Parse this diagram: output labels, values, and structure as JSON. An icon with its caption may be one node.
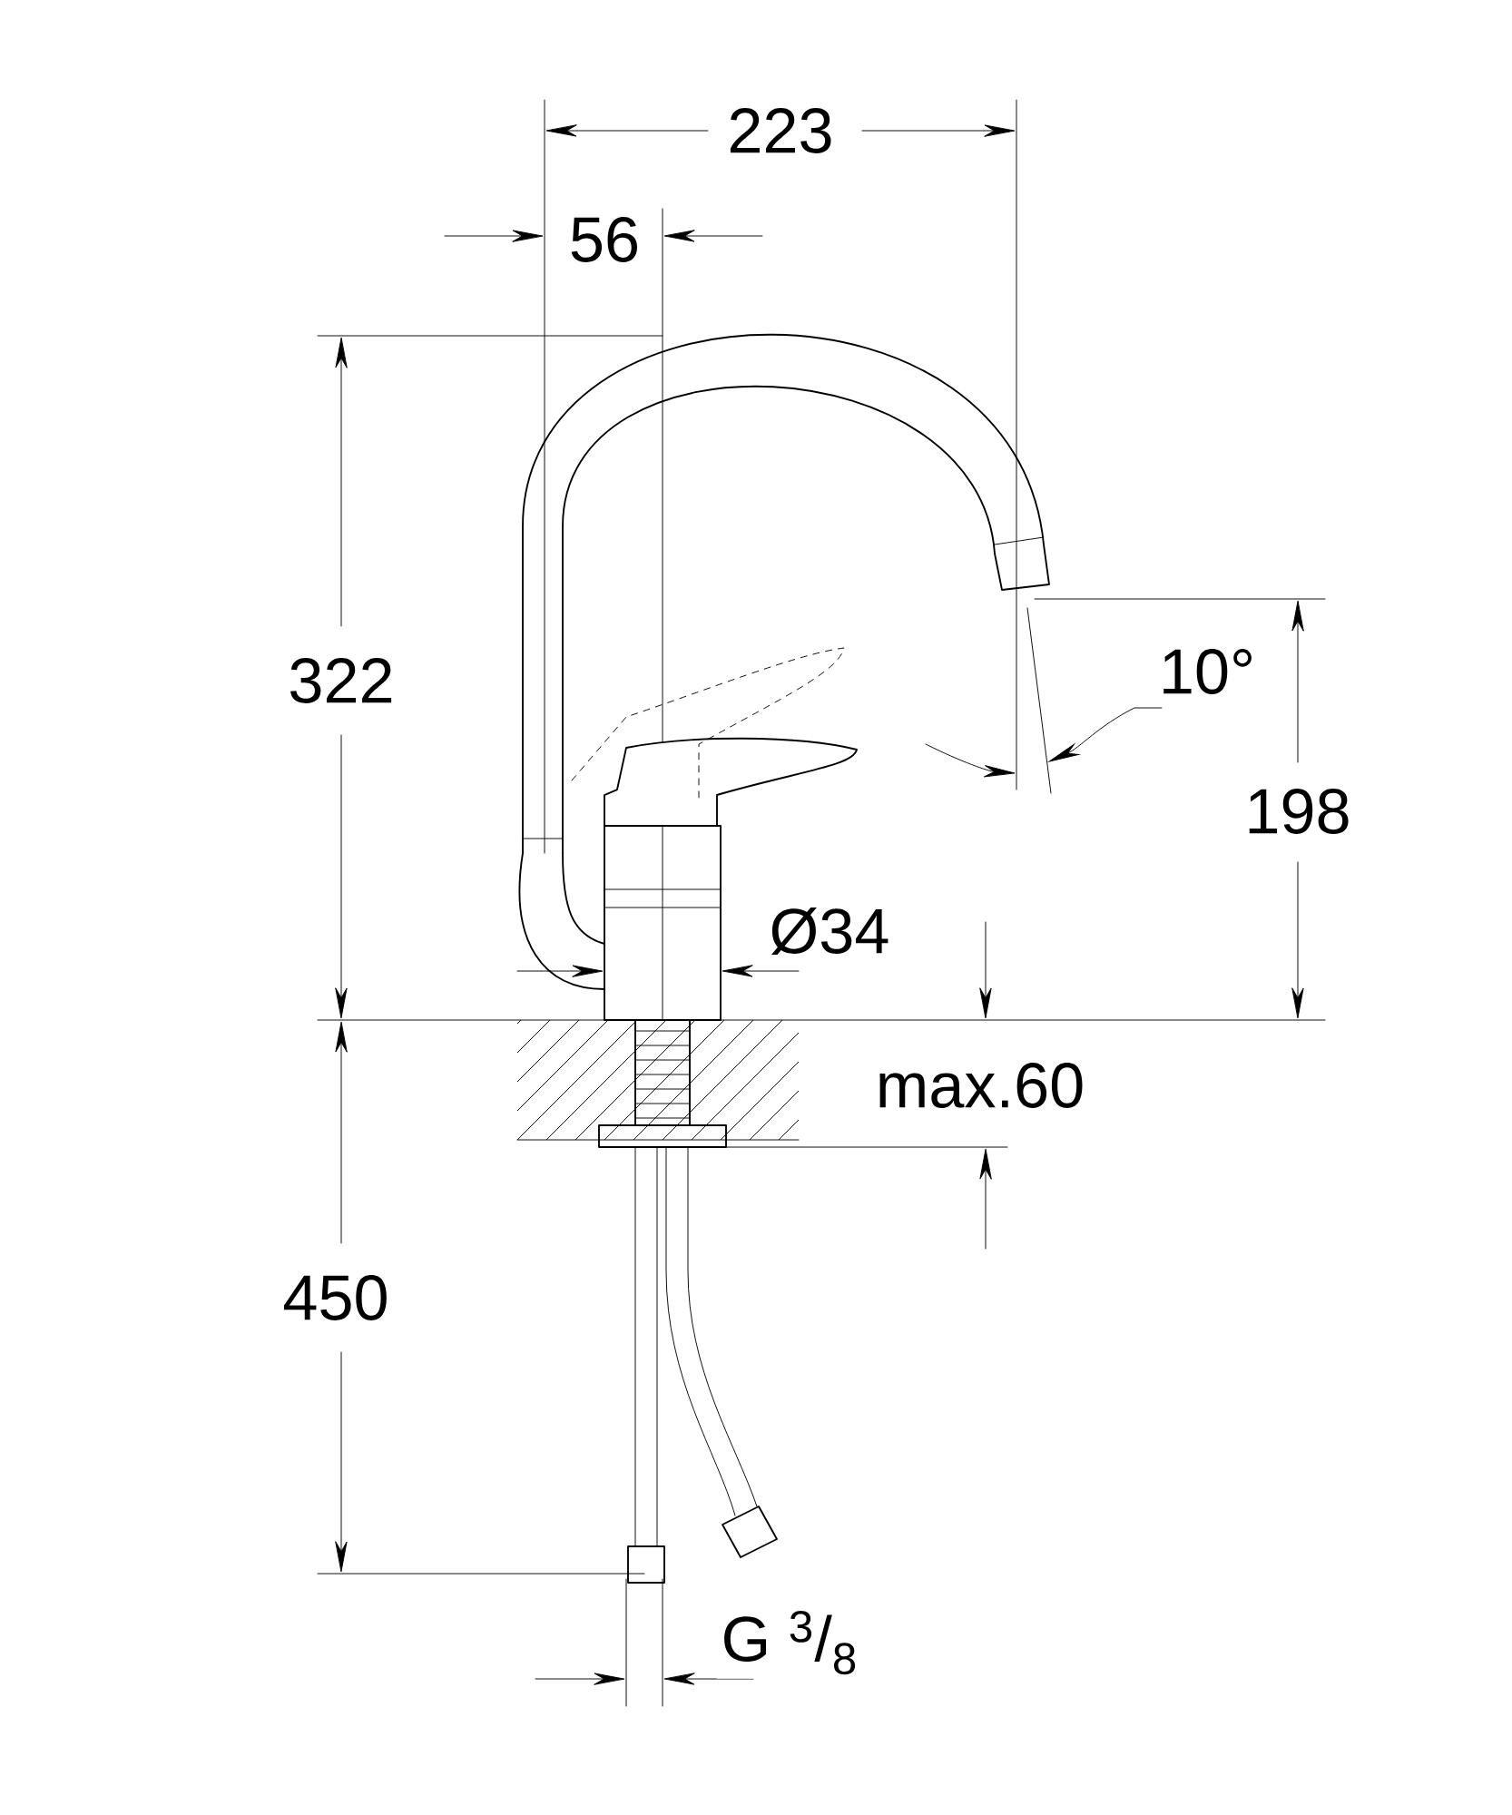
{
  "diagram": {
    "labels": [
      "223",
      "56",
      "322",
      "10°",
      "198",
      "Ø34",
      "max.60",
      "450",
      "G $^{3}$/$_{8}$"
    ]
  }
}
